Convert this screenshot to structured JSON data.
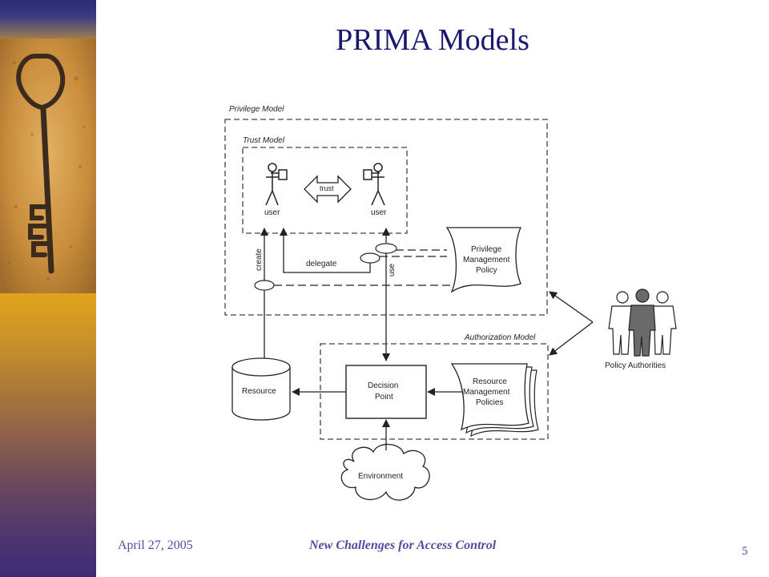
{
  "slide": {
    "title": "PRIMA Models",
    "footer_date": "April 27, 2005",
    "footer_title": "New Challenges for Access Control",
    "page_number": "5"
  },
  "diagram": {
    "privilege_model_label": "Privilege Model",
    "trust_model_label": "Trust Model",
    "authorization_model_label": "Authorization Model",
    "user_left_label": "user",
    "user_right_label": "user",
    "trust_label": "trust",
    "create_label": "create",
    "delegate_label": "delegate",
    "use_label": "use",
    "privilege_policy_label": [
      "Privilege",
      "Management",
      "Policy"
    ],
    "policy_authorities_label": "Policy Authorities",
    "resource_label": "Resource",
    "decision_point_label": [
      "Decision",
      "Point"
    ],
    "resource_policies_label": [
      "Resource",
      "Management",
      "Policies"
    ],
    "environment_label": "Environment"
  }
}
